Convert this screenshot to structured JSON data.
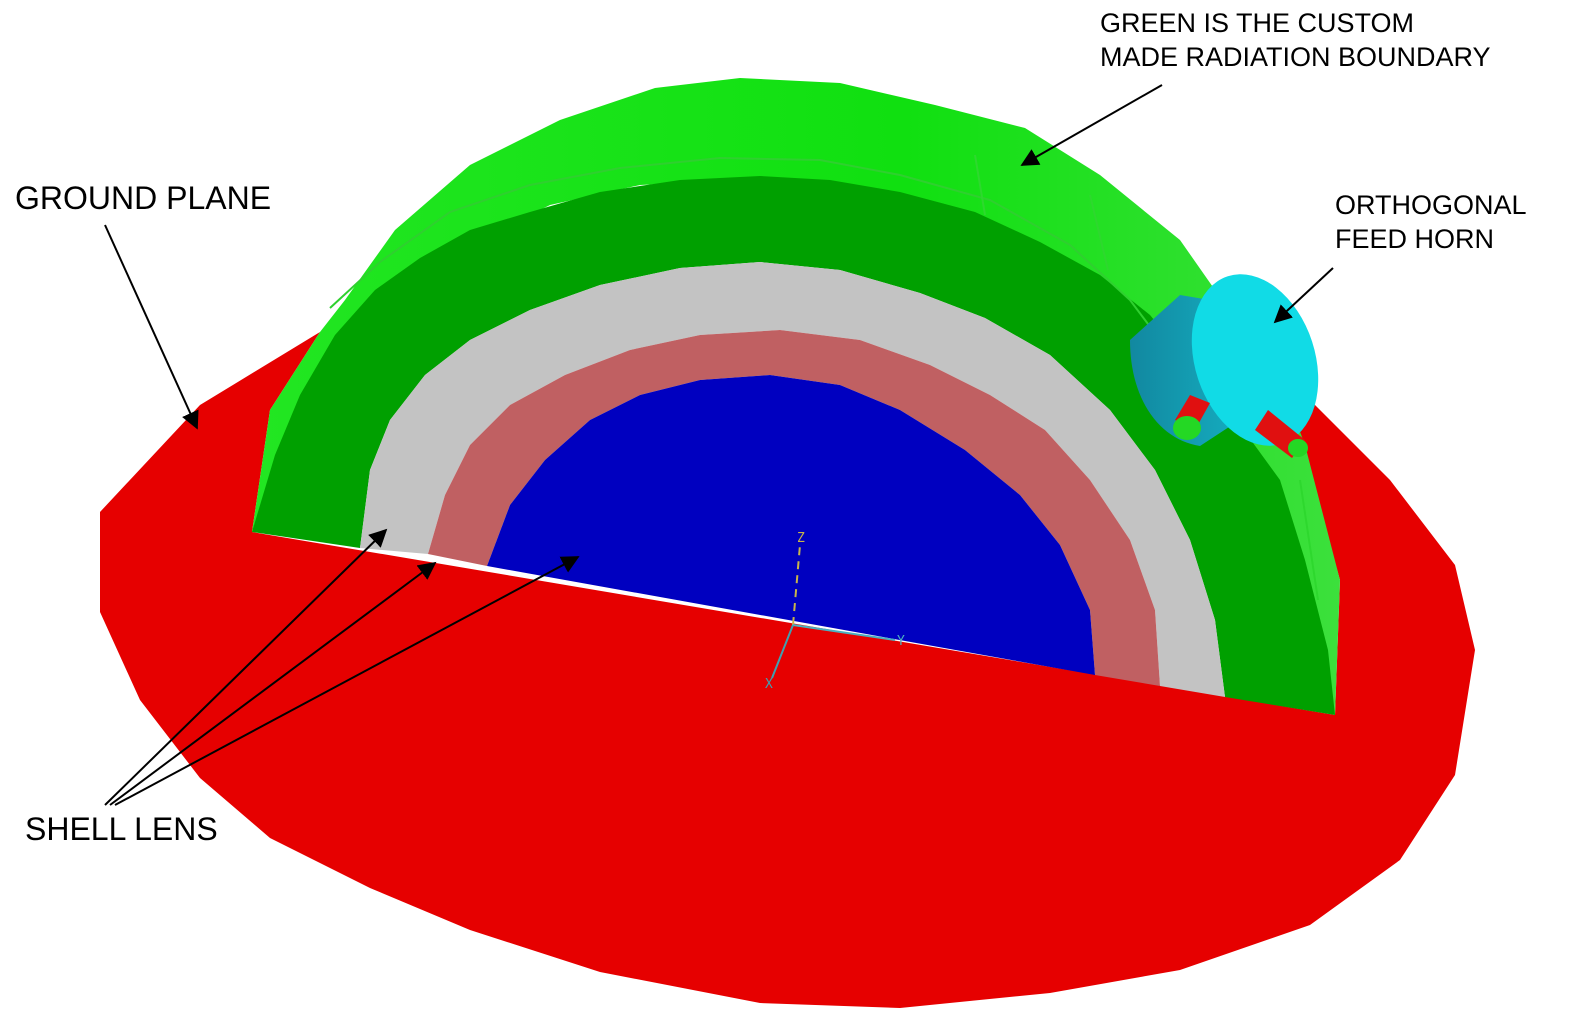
{
  "labels": {
    "ground_plane": "GROUND PLANE",
    "radiation_boundary": [
      "GREEN IS THE CUSTOM",
      "MADE RADIATION BOUNDARY"
    ],
    "feed_horn": [
      "ORTHOGONAL",
      "FEED HORN"
    ],
    "shell_lens": "SHELL LENS"
  },
  "axes": {
    "x": "X",
    "y": "Y",
    "z": "Z"
  },
  "colors": {
    "background": "#ffffff",
    "ground_plane": "#e60000",
    "radiation_boundary_face": "#00a000",
    "radiation_boundary_top": "#0ff00e",
    "lens_outer_shell": "#c3c3c3",
    "lens_middle_shell": "#c06062",
    "lens_core": "#0000c0",
    "feed_horn": "#11dbe6",
    "feed_horn_side": "#16b4c8",
    "feed_pin": "#e01010",
    "feed_pin_tip": "#24d824",
    "axis_z": "#c8b54a",
    "axis_y": "#4ab0c0",
    "axis_x": "#40a0b0",
    "arrows": "#000000"
  },
  "icons": {
    "ground_plane": "red-ellipse-disk",
    "radiation_boundary": "green-hemispherical-shell",
    "shell_lens": "concentric-hemispherical-shells",
    "feed_horn": "cyan-cylinder-horn",
    "axes": "xyz-triad"
  }
}
